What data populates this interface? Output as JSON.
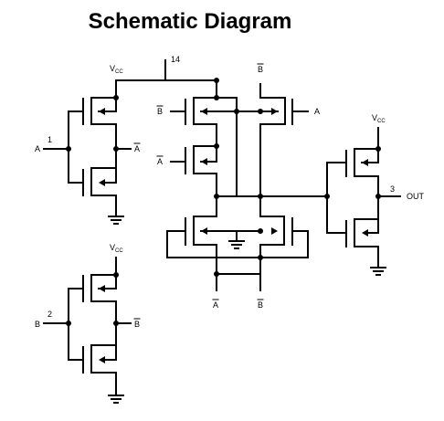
{
  "title": "Schematic Diagram",
  "labels": {
    "vcc": "V",
    "vcc_sub": "CC",
    "pin14": "14",
    "pin1": "1",
    "pin2": "2",
    "pin3": "3",
    "A": "A",
    "B": "B",
    "out": "OUT"
  },
  "colors": {
    "ink": "#000000",
    "background": "#ffffff"
  }
}
